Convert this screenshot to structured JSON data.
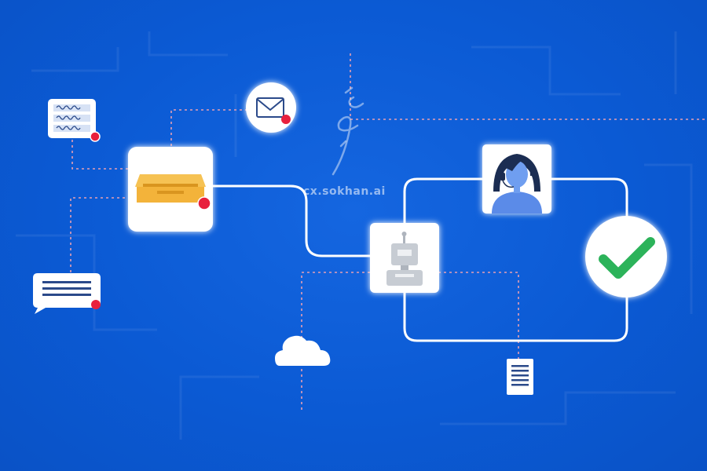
{
  "diagram": {
    "watermark": {
      "url": "cx.sokhan.ai",
      "logo_icon": "calligraphy-logo-icon"
    },
    "nodes": [
      {
        "id": "notes",
        "icon": "notes-card-icon"
      },
      {
        "id": "email",
        "icon": "envelope-icon"
      },
      {
        "id": "inbox",
        "icon": "inbox-tray-icon"
      },
      {
        "id": "chat",
        "icon": "chat-bubble-icon"
      },
      {
        "id": "agent",
        "icon": "headset-agent-icon"
      },
      {
        "id": "bot",
        "icon": "robot-icon"
      },
      {
        "id": "cloud",
        "icon": "cloud-icon"
      },
      {
        "id": "document",
        "icon": "document-icon"
      },
      {
        "id": "resolved",
        "icon": "checkmark-icon"
      }
    ],
    "colors": {
      "background": "#0b5ad4",
      "connector": "#ffffff",
      "dotted_line": "#e59fb3",
      "notification_dot": "#e8203d",
      "tray": "#f3b33a",
      "check": "#2cb35a",
      "agent": "#5b8be8"
    }
  }
}
